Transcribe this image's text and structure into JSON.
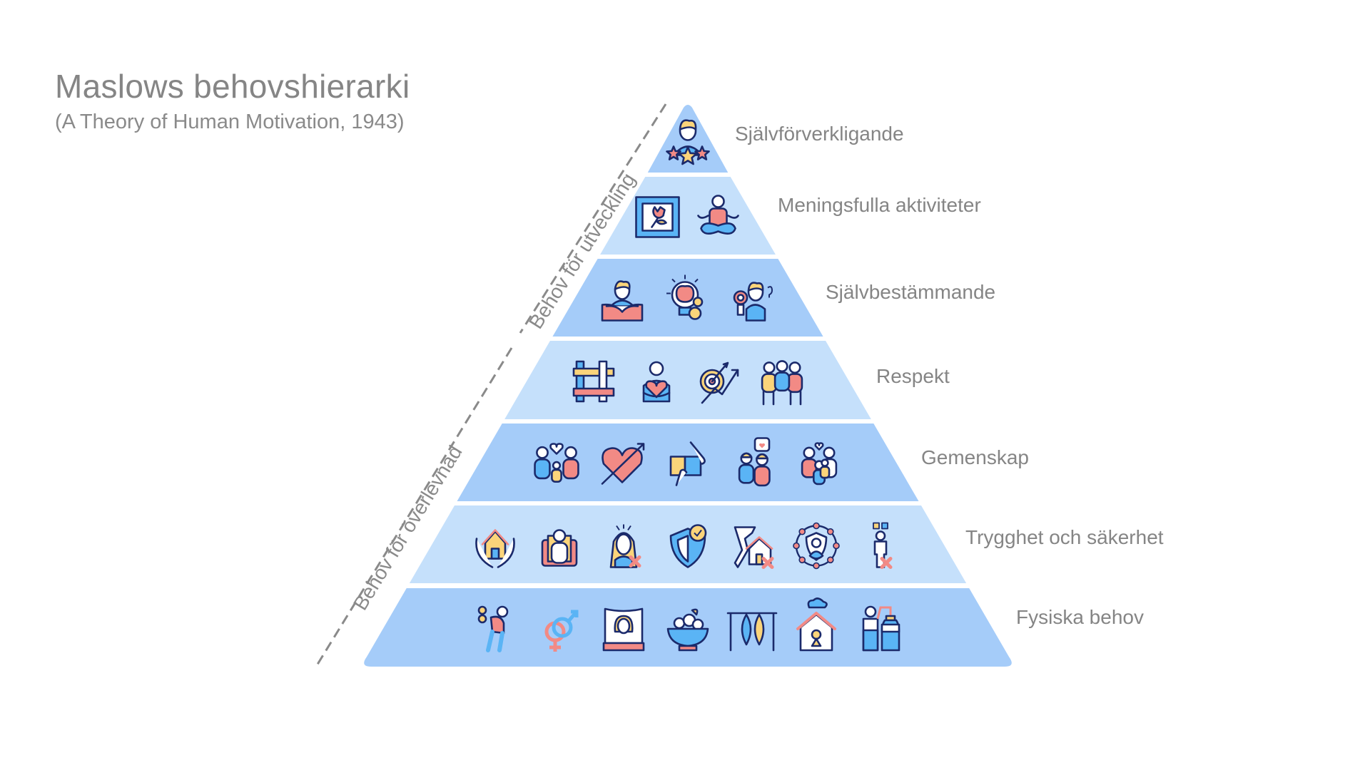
{
  "header": {
    "title": "Maslows behovshierarki",
    "subtitle": "(A Theory of Human Motivation, 1943)"
  },
  "colors": {
    "tier_dark": "#a5ccf9",
    "tier_light": "#c5e0fb",
    "text": "#858585",
    "dash": "#8a8a8a",
    "outline": "#1b2a6b",
    "icon_blue": "#5ab4f5",
    "icon_red": "#f28a85",
    "icon_yellow": "#fbd47a",
    "icon_white": "#ffffff"
  },
  "groups": {
    "growth": "Behov för utveckling",
    "survival": "Behov för överlevnad"
  },
  "tiers": [
    {
      "label": "Självförverkligande",
      "icons": [
        "person-with-stars-icon"
      ]
    },
    {
      "label": "Meningsfulla aktiviteter",
      "icons": [
        "framed-flower-painting-icon",
        "meditating-person-icon"
      ]
    },
    {
      "label": "Självbestämmande",
      "icons": [
        "person-reading-book-icon",
        "lightbulb-brain-gears-icon",
        "person-magnifier-question-icon"
      ]
    },
    {
      "label": "Respekt",
      "icons": [
        "joined-hands-icon",
        "person-holding-heart-icon",
        "target-arrow-growth-icon",
        "three-people-embracing-icon"
      ]
    },
    {
      "label": "Gemenskap",
      "icons": [
        "family-with-heart-icon",
        "heart-with-arrow-icon",
        "hands-puzzle-pieces-icon",
        "couple-speech-heart-icon",
        "family-hug-icon"
      ]
    },
    {
      "label": "Trygghet och säkerhet",
      "icons": [
        "hands-holding-house-icon",
        "person-in-armchair-icon",
        "stressed-person-x-icon",
        "shield-check-icon",
        "collapsed-house-tornado-icon",
        "person-in-protection-circle-icon",
        "confused-person-puzzle-x-icon"
      ]
    },
    {
      "label": "Fysiska behov",
      "icons": [
        "tired-person-windup-key-icon",
        "gender-symbols-icon",
        "person-sleeping-pillow-icon",
        "salad-bowl-icon",
        "hanging-fish-icon",
        "home-shelter-icon",
        "person-water-bottle-icon"
      ]
    }
  ]
}
